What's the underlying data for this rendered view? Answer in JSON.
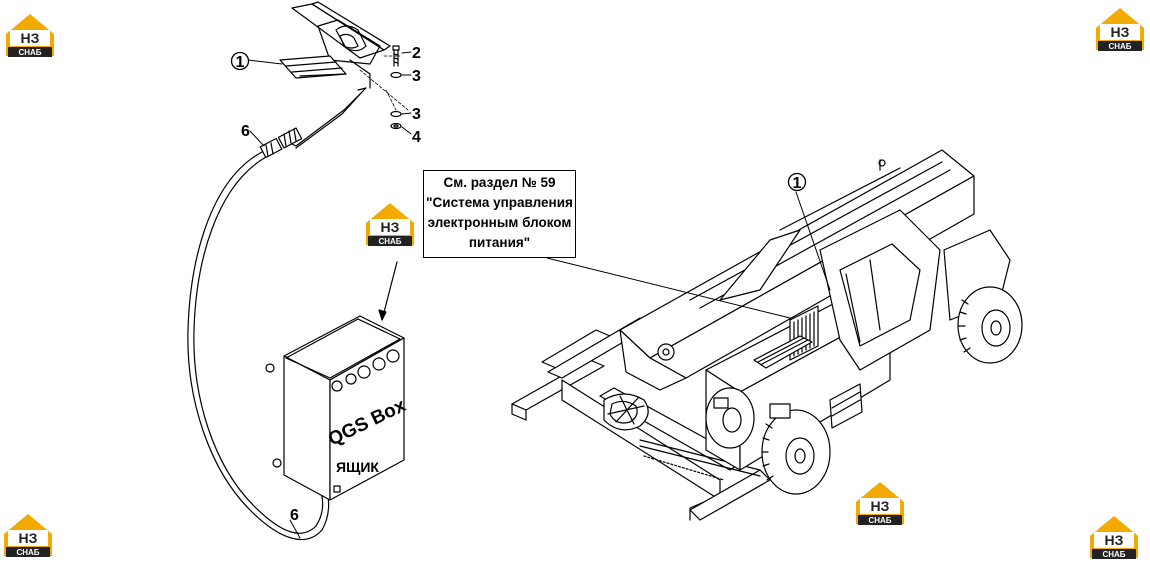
{
  "reference_note": {
    "lines": [
      "См. раздел № 59",
      "\"Система управления",
      "электронным блоком",
      "питания\""
    ]
  },
  "callouts": {
    "c1_pedal": "1",
    "c1_machine": "1",
    "c2": "2",
    "c3_upper": "3",
    "c3_lower": "3",
    "c4": "4",
    "c6_upper": "6",
    "c6_lower": "6"
  },
  "box_labels": {
    "brand": "QGS Box",
    "name": "ЯЩИК"
  },
  "watermark": {
    "top": "НЗ",
    "bottom": "СНАБ",
    "colors": {
      "accent": "#f2a900",
      "dark": "#222222"
    }
  }
}
